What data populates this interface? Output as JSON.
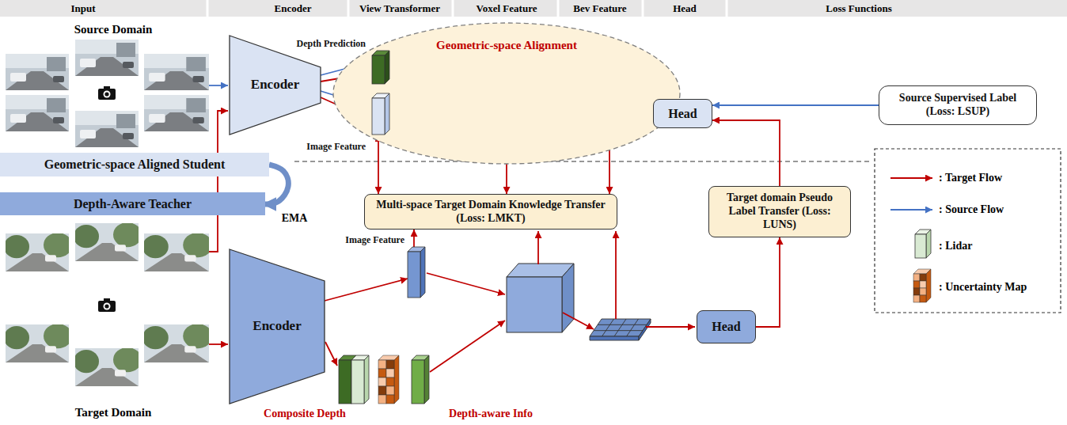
{
  "diagram": {
    "nodes": [
      {
        "text": [
          "Geometric-space Alignment"
        ]
      },
      {
        "text": [
          "Encoder"
        ]
      },
      {
        "text": [
          "Depth Prediction"
        ],
        "in": 0
      },
      {
        "text": [
          "Image Feature"
        ],
        "in": 0
      },
      {
        "text": [
          "Head"
        ]
      },
      {
        "text": [
          "Source Supervised Label (Loss: LSUP)"
        ]
      },
      {
        "text": [
          "Geometric-space Aligned Student"
        ]
      },
      {
        "text": [
          "Depth-Aware Teacher"
        ]
      },
      {
        "text": [
          "Multi-space Target Domain Knowledge Transfer (Loss: LMKT)"
        ]
      },
      {
        "text": [
          "Target domain Pseudo Label Transfer (Loss: LUNS)"
        ]
      },
      {
        "text": [
          "Encoder"
        ]
      },
      {
        "text": [
          "Image Feature"
        ]
      },
      {
        "text": [
          "Head"
        ]
      }
    ],
    "edges": [
      {
        "from": 1,
        "to": 2,
        "arrow": "to"
      },
      {
        "from": 1,
        "to": 2,
        "arrow": "to"
      },
      {
        "from": 1,
        "to": 3,
        "arrow": "to"
      },
      {
        "from": 1,
        "to": 3,
        "arrow": "to"
      },
      {
        "from": 5,
        "to": 4,
        "arrow": "to"
      },
      {
        "from": 9,
        "to": 4,
        "arrow": "to"
      },
      {
        "from": 6,
        "to": 7,
        "label": "EMA",
        "arrow": "to"
      },
      {
        "from": 8,
        "to": 3,
        "arrow": "both"
      },
      {
        "from": 11,
        "to": 8,
        "arrow": "to"
      },
      {
        "from": 10,
        "to": 11,
        "arrow": "to"
      },
      {
        "from": 12,
        "to": 9,
        "arrow": "to"
      }
    ],
    "labels": [
      "Input",
      "Encoder",
      "View Transformer",
      "Voxel Feature",
      "Bev Feature",
      "Head",
      "Loss Functions",
      "Source Domain",
      "Target Domain",
      "Composite Depth",
      "Depth-aware Info"
    ],
    "legend": [
      {
        "text": ": Target Flow"
      },
      {
        "text": ": Source Flow"
      },
      {
        "text": ": Lidar"
      },
      {
        "text": ": Uncertainty Map"
      }
    ]
  }
}
